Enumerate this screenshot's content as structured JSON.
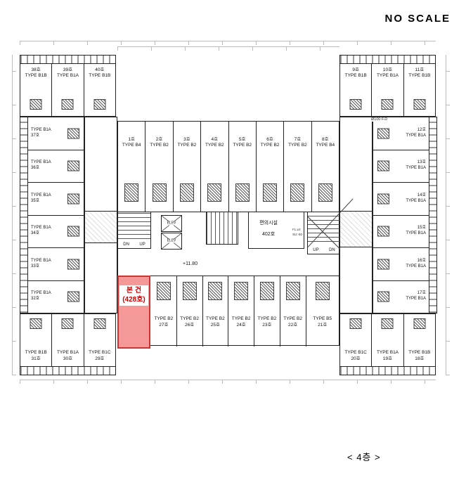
{
  "annotations": {
    "no_scale": "NO SCALE",
    "floor_caption": "< 4층 >",
    "level_mark": "+11.80",
    "fd_note": "Ø100 F.D",
    "elev_label": "ELEV",
    "stairs": {
      "dn": "DN",
      "up": "UP"
    }
  },
  "subject": {
    "line1": "본 건",
    "line2": "(428호)"
  },
  "facility": {
    "name": "편의시설",
    "room": "402호",
    "note1": "FL:±0",
    "note2": "SU:-50"
  },
  "units": {
    "top_left_wing": [
      {
        "line1": "38호",
        "line2": "TYPE B1B"
      },
      {
        "line1": "39호",
        "line2": "TYPE B1A"
      },
      {
        "line1": "40호",
        "line2": "TYPE B1B"
      }
    ],
    "top_right_wing": [
      {
        "line1": "9호",
        "line2": "TYPE B1B"
      },
      {
        "line1": "10호",
        "line2": "TYPE B1A"
      },
      {
        "line1": "11호",
        "line2": "TYPE B1B"
      }
    ],
    "top_center": [
      {
        "line1": "1호",
        "line2": "TYPE B4"
      },
      {
        "line1": "2호",
        "line2": "TYPE B2"
      },
      {
        "line1": "3호",
        "line2": "TYPE B2"
      },
      {
        "line1": "4호",
        "line2": "TYPE B2"
      },
      {
        "line1": "5호",
        "line2": "TYPE B2"
      },
      {
        "line1": "6호",
        "line2": "TYPE B2"
      },
      {
        "line1": "7호",
        "line2": "TYPE B2"
      },
      {
        "line1": "8호",
        "line2": "TYPE B4"
      }
    ],
    "left_column": [
      {
        "line1": "TYPE B1A",
        "line2": "37호"
      },
      {
        "line1": "TYPE B1A",
        "line2": "36호"
      },
      {
        "line1": "TYPE B1A",
        "line2": "35호"
      },
      {
        "line1": "TYPE B1A",
        "line2": "34호"
      },
      {
        "line1": "TYPE B1A",
        "line2": "33호"
      },
      {
        "line1": "TYPE B1A",
        "line2": "32호"
      }
    ],
    "right_column": [
      {
        "line1": "12호",
        "line2": "TYPE B1A"
      },
      {
        "line1": "13호",
        "line2": "TYPE B1A"
      },
      {
        "line1": "14호",
        "line2": "TYPE B1A"
      },
      {
        "line1": "15호",
        "line2": "TYPE B1A"
      },
      {
        "line1": "16호",
        "line2": "TYPE B1A"
      },
      {
        "line1": "17호",
        "line2": "TYPE B1A"
      }
    ],
    "bottom_center": [
      {
        "line1": "TYPE B2",
        "line2": "27호"
      },
      {
        "line1": "TYPE B2",
        "line2": "26호"
      },
      {
        "line1": "TYPE B2",
        "line2": "25호"
      },
      {
        "line1": "TYPE B2",
        "line2": "24호"
      },
      {
        "line1": "TYPE B2",
        "line2": "23호"
      },
      {
        "line1": "TYPE B2",
        "line2": "22호"
      },
      {
        "line1": "TYPE B5",
        "line2": "21호"
      }
    ],
    "bottom_left_wing": [
      {
        "line1": "TYPE B1B",
        "line2": "31호"
      },
      {
        "line1": "TYPE B1A",
        "line2": "30호"
      },
      {
        "line1": "TYPE B1C",
        "line2": "29호"
      }
    ],
    "bottom_right_wing": [
      {
        "line1": "TYPE B1C",
        "line2": "20호"
      },
      {
        "line1": "TYPE B1A",
        "line2": "19호"
      },
      {
        "line1": "TYPE B1B",
        "line2": "18호"
      }
    ]
  },
  "colors": {
    "wall": "#222222",
    "highlight_fill": "#f59898",
    "highlight_border": "#cc3333",
    "highlight_text": "#cc0000"
  }
}
